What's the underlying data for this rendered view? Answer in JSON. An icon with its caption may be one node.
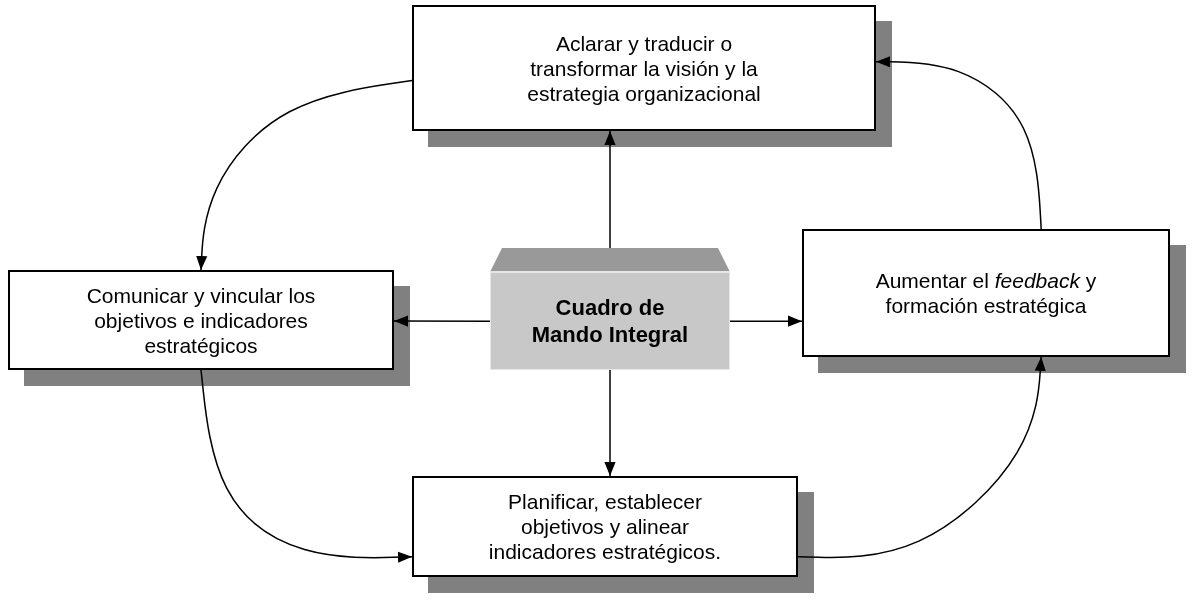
{
  "diagram": {
    "nodes": [
      {
        "text": [
          "Aclarar y traducir o transformar la visión y la estrategia organizacional"
        ]
      },
      {
        "text": [
          "Cuadro de Mando Integral"
        ]
      },
      {
        "text": [
          "Comunicar y vincular los objetivos e indicadores estratégicos"
        ]
      },
      {
        "text": [
          "Aumentar el *feedback* y formación estratégica"
        ]
      },
      {
        "text": [
          "Planificar, establecer objetivos y alinear indicadores estratégicos."
        ]
      }
    ],
    "edges": [
      {
        "from": 1,
        "to": 0,
        "arrow": "to"
      },
      {
        "from": 1,
        "to": 2,
        "arrow": "to"
      },
      {
        "from": 1,
        "to": 3,
        "arrow": "to"
      },
      {
        "from": 1,
        "to": 4,
        "arrow": "to"
      },
      {
        "from": 0,
        "to": 2,
        "arrow": "to"
      },
      {
        "from": 2,
        "to": 4,
        "arrow": "to"
      },
      {
        "from": 4,
        "to": 3,
        "arrow": "to"
      },
      {
        "from": 3,
        "to": 0,
        "arrow": "to"
      }
    ]
  }
}
